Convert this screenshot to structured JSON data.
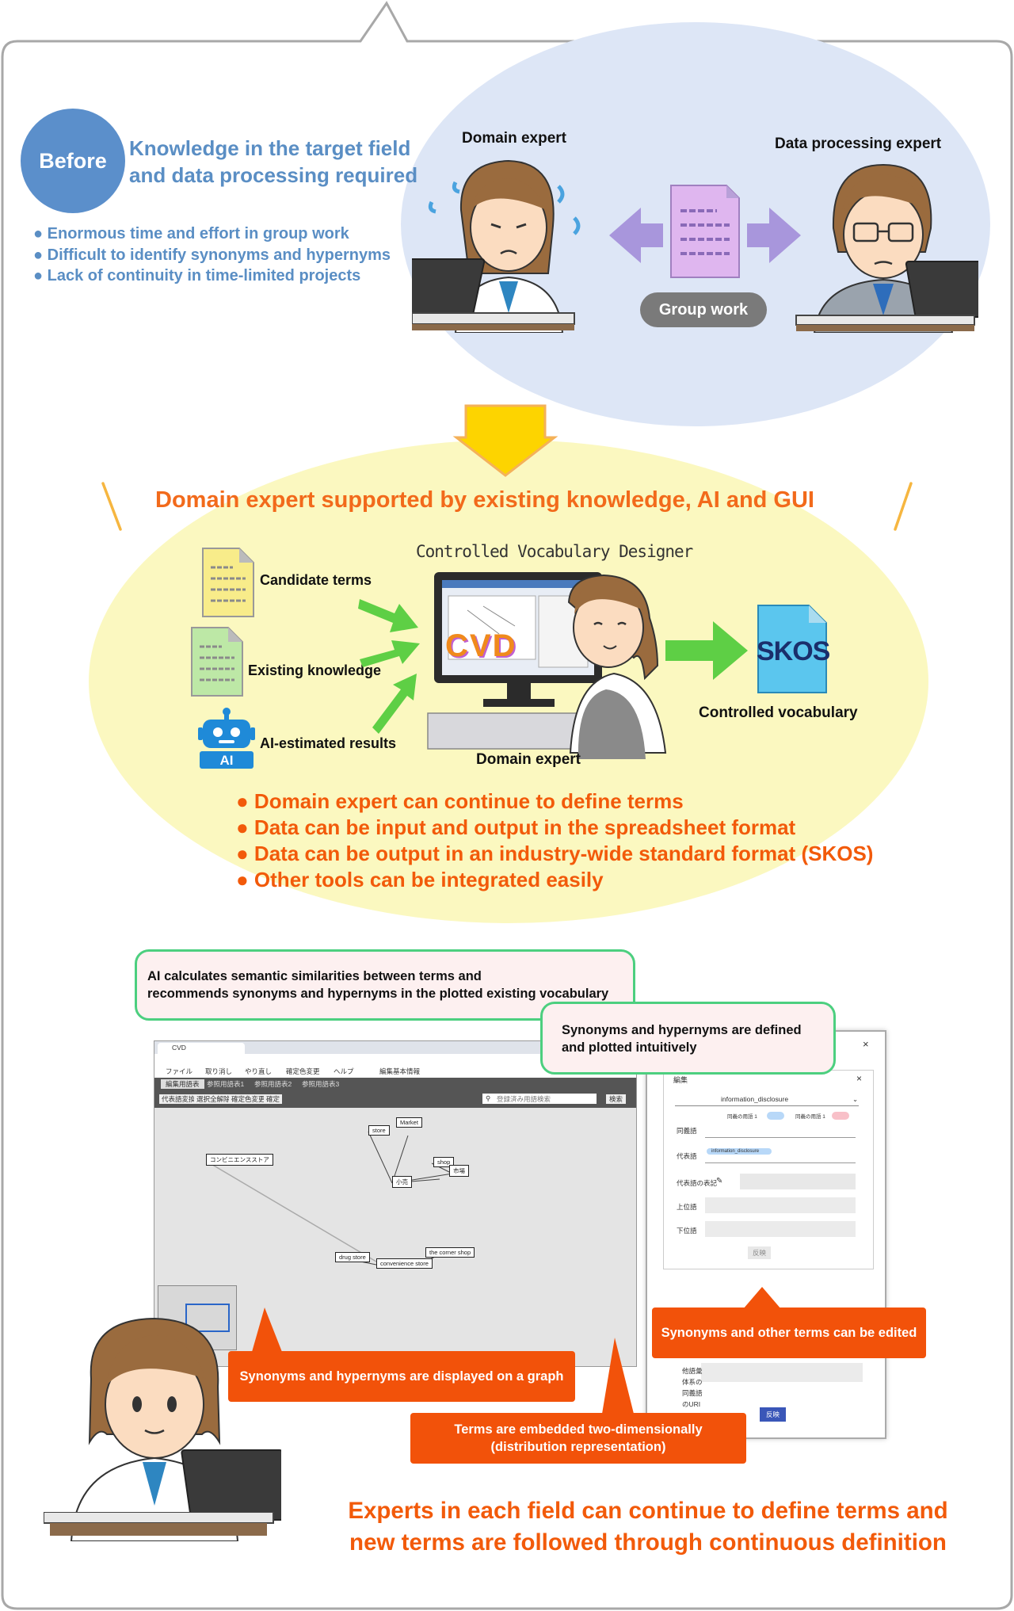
{
  "before": {
    "badge": "Before",
    "heading_line1": "Knowledge in the target field",
    "heading_line2": "and data processing required",
    "bullets": [
      "● Enormous time and effort in group work",
      "● Difficult to identify synonyms and hypernyms",
      "● Lack of continuity in time-limited projects"
    ],
    "domain_expert_label": "Domain expert",
    "data_expert_label": "Data processing expert",
    "group_work_label": "Group work"
  },
  "middle": {
    "heading": "Domain expert supported by existing knowledge, AI and GUI",
    "app_title": "Controlled Vocabulary Designer",
    "cvd_logo": "CVD",
    "candidate_terms": "Candidate terms",
    "existing_knowledge": "Existing knowledge",
    "ai_results": "AI-estimated results",
    "ai_badge": "AI",
    "domain_expert": "Domain expert",
    "skos_logo": "SKOS",
    "controlled_vocabulary": "Controlled vocabulary",
    "bullets": [
      "● Domain expert can continue to define terms",
      "● Data can be input and output in the spreadsheet format",
      "● Data can be output in an industry-wide standard format (SKOS)",
      "● Other tools can be integrated easily"
    ]
  },
  "bottom": {
    "callout_ai_line1": "AI calculates semantic similarities between terms and",
    "callout_ai_line2": "recommends synonyms and hypernyms in the plotted existing vocabulary",
    "callout_define_line1": "Synonyms and hypernyms are defined",
    "callout_define_line2": "and plotted intuitively",
    "callout_edit": "Synonyms and other terms can be edited",
    "callout_graph": "Synonyms and hypernyms are displayed on a graph",
    "callout_embed_line1": "Terms are embedded two-dimensionally",
    "callout_embed_line2": "(distribution representation)",
    "conclusion_line1": "Experts in each field can continue to define terms and",
    "conclusion_line2": "new terms are followed through continuous definition",
    "window": {
      "tab_title": "CVD",
      "menu": [
        "ファイル",
        "取り消し",
        "やり直し",
        "確定色変更",
        "ヘルプ",
        "編集基本情報"
      ],
      "tabs": [
        "編集用語表",
        "参照用語表1",
        "参照用語表2",
        "参照用語表3"
      ],
      "toolbar": [
        "代表語変換",
        "選択全解除",
        "確定色変更",
        "確定"
      ],
      "search_placeholder": "登録済み用語検索",
      "search_button": "検索",
      "nodes": [
        "コンビニエンスストア",
        "drug store",
        "convenience store",
        "the corner shop",
        "shop",
        "store",
        "小売",
        "Market",
        "市場"
      ]
    },
    "panel": {
      "title": "編集",
      "selected_term": "information_disclosure",
      "toggle1": "同義の用語 1",
      "toggle2": "同義の用語 1",
      "row_labels": [
        "同義語",
        "代表語",
        "代表語の表記",
        "上位語",
        "下位語"
      ],
      "tag_value": "information_disclosure",
      "apply_button": "反映",
      "bottom_labels": [
        "他語彙",
        "体系の",
        "同義語",
        "のURI"
      ],
      "final_button": "反映"
    }
  }
}
